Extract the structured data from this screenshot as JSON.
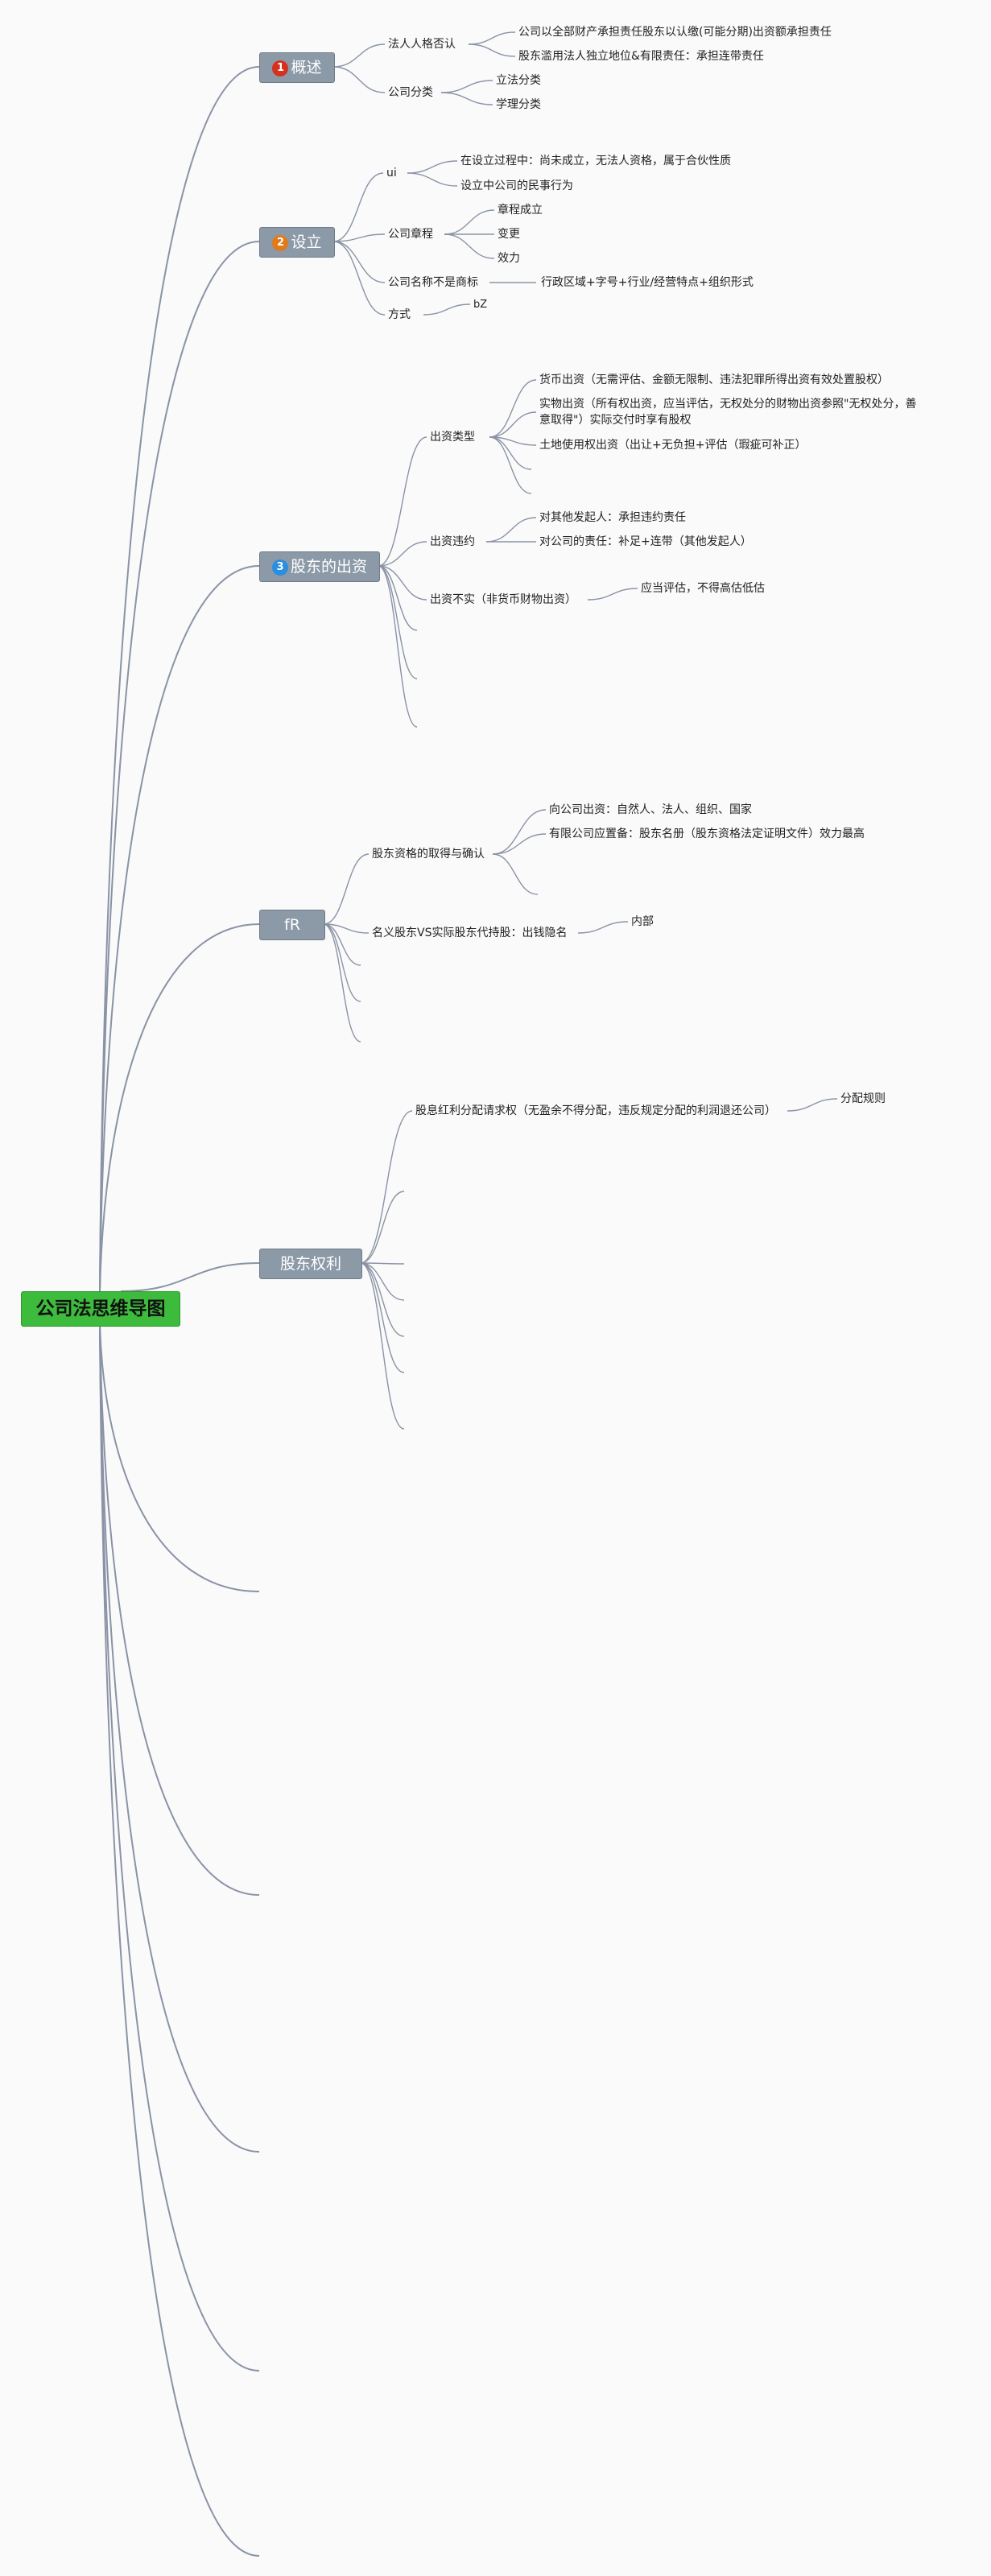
{
  "title": "公司法思维导图",
  "colors": {
    "root_fill": "#3dbb3d",
    "topic_fill": "#8c9aa8",
    "edge": "#8a93a6",
    "badge_red": "#d4311f",
    "badge_orange": "#e07a1c",
    "badge_blue": "#2a8fe0"
  },
  "topics": {
    "overview": {
      "label": "概述",
      "badge": "1",
      "badge_color": "#d4311f"
    },
    "setup": {
      "label": "设立",
      "badge": "2",
      "badge_color": "#e07a1c"
    },
    "capital": {
      "label": "股东的出资",
      "badge": "3",
      "badge_color": "#2a8fe0"
    },
    "fr": {
      "label": "fR"
    },
    "rights": {
      "label": "股东权利"
    }
  },
  "overview": {
    "veil": {
      "label": "法人人格否认",
      "children": [
        "公司以全部财产承担责任股东以认缴(可能分期)出资额承担责任",
        "股东滥用法人独立地位&有限责任：承担连带责任"
      ]
    },
    "classification": {
      "label": "公司分类",
      "children": [
        "立法分类",
        "学理分类"
      ]
    }
  },
  "setup": {
    "ui": {
      "label": "ui",
      "children": [
        "在设立过程中：尚未成立，无法人资格，属于合伙性质",
        "设立中公司的民事行为"
      ]
    },
    "charter": {
      "label": "公司章程",
      "children": [
        "章程成立",
        "变更",
        "效力"
      ]
    },
    "name": {
      "label": "公司名称不是商标",
      "children": [
        "行政区域+字号+行业/经营特点+组织形式"
      ]
    },
    "method": {
      "label": "方式",
      "children": [
        "bZ"
      ]
    }
  },
  "capital": {
    "types": {
      "label": "出资类型",
      "children": [
        "货币出资（无需评估、金额无限制、违法犯罪所得出资有效处置股权）",
        "实物出资（所有权出资，应当评估，无权处分的财物出资参照\"无权处分，善意取得\"）实际交付时享有股权",
        "土地使用权出资（出让+无负担+评估（瑕疵可补正）"
      ]
    },
    "breach": {
      "label": "出资违约",
      "children": [
        "对其他发起人：承担违约责任",
        "对公司的责任：补足+连带（其他发起人）"
      ]
    },
    "false": {
      "label": "出资不实（非货币财物出资）",
      "children": [
        "应当评估，不得高估低估"
      ]
    }
  },
  "fr": {
    "qualification": {
      "label": "股东资格的取得与确认",
      "children": [
        "向公司出资：自然人、法人、组织、国家",
        "有限公司应置备：股东名册（股东资格法定证明文件）效力最高"
      ]
    },
    "nominee": {
      "label": "名义股东VS实际股东代持股：出钱隐名",
      "children": [
        "内部"
      ]
    }
  },
  "rights": {
    "dividend": {
      "label": "股息红利分配请求权（无盈余不得分配，违反规定分配的利润退还公司）",
      "children": [
        "分配规则"
      ]
    }
  }
}
